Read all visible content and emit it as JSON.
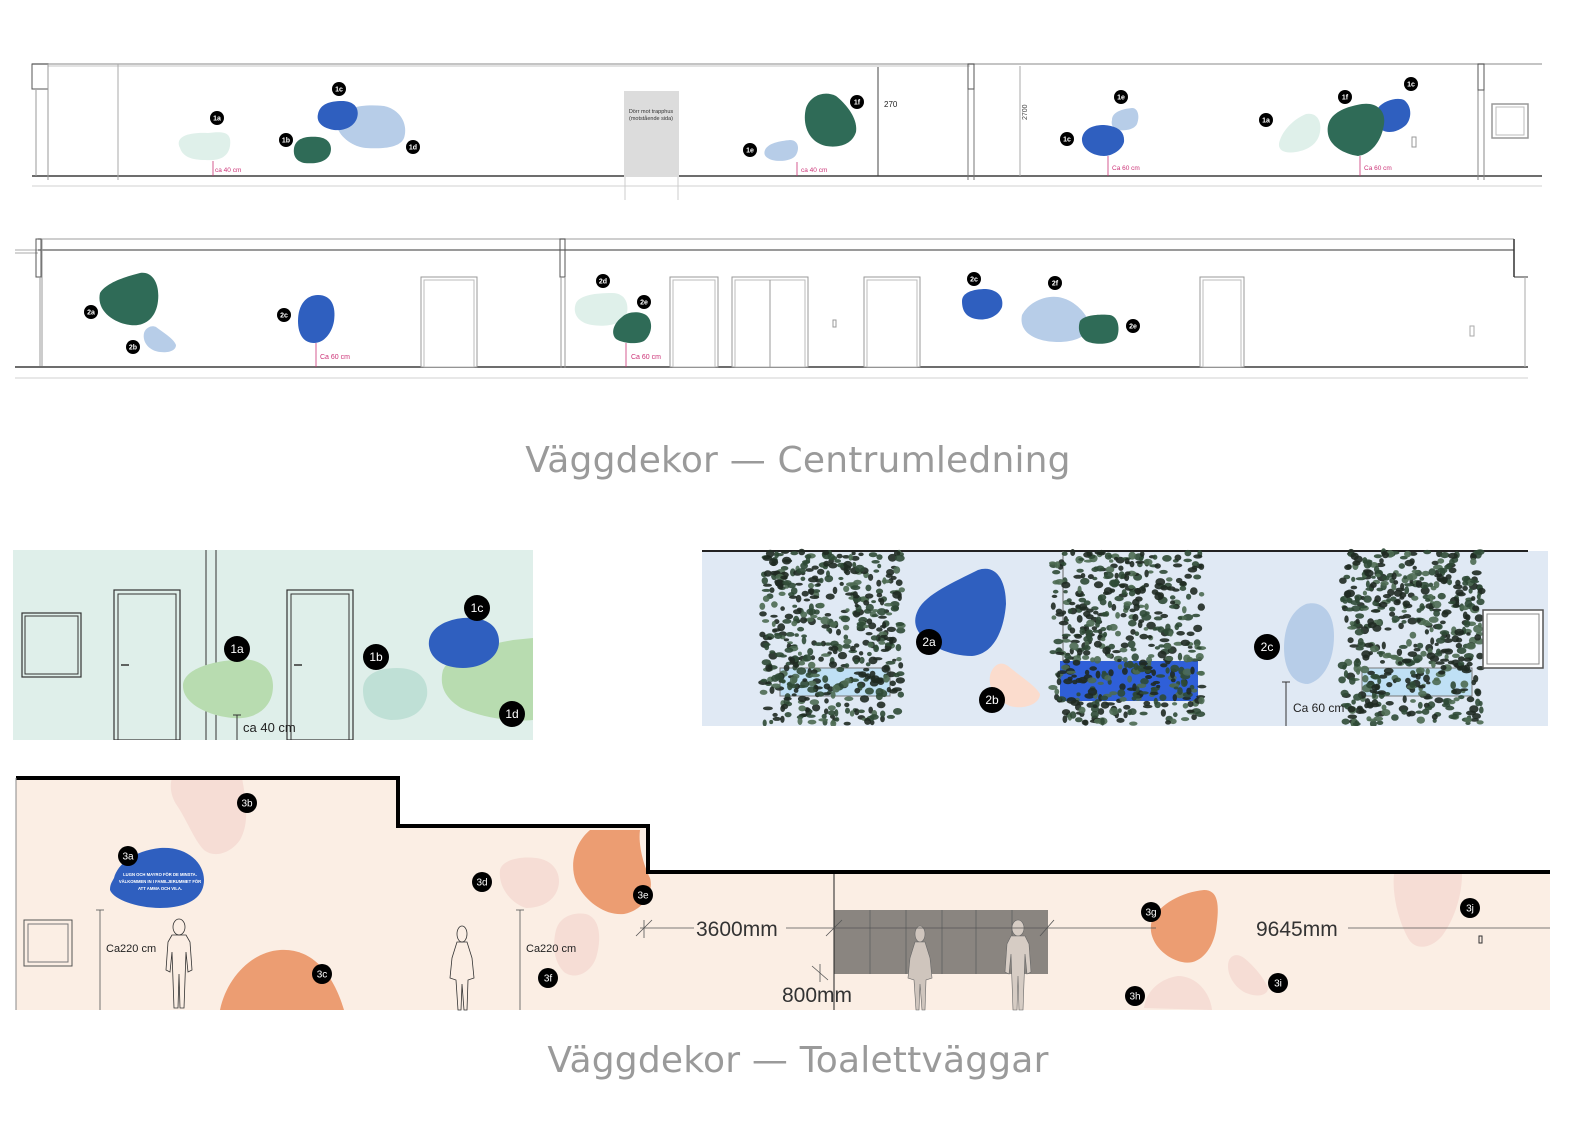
{
  "colors": {
    "dark_green": "#2f6b57",
    "blue": "#2f5fbf",
    "light_blue": "#b7cde8",
    "mint": "#dff0ea",
    "sage": "#b8dcb0",
    "teal_mint": "#bfe0d6",
    "pink_light": "#f6ddd5",
    "peach": "#fbdccd",
    "orange": "#ec9d72",
    "cream_bg": "#fbeee4",
    "mint_bg": "#dfefea",
    "blue_bg": "#e0e9f4",
    "dim_magenta": "#cc3377",
    "caption_gray": "#9a9a9a"
  },
  "elevation_top": {
    "door_label_line1": "Dörr mot trapphus",
    "door_label_line2": "(motstående sida)",
    "height_270": "270",
    "height_2700": "2700",
    "dim_ca40_a": "ca 40 cm",
    "dim_ca40_b": "ca 40 cm",
    "dim_ca60_a": "Ca 60 cm",
    "dim_ca60_b": "Ca 60 cm",
    "markers": {
      "m1a": "1a",
      "m1b": "1b",
      "m1c": "1c",
      "m1d": "1d",
      "m1e": "1e",
      "m1f": "1f",
      "r1e": "1e",
      "r1c": "1c",
      "r1a": "1a",
      "r1f": "1f",
      "r1c2": "1c"
    }
  },
  "elevation_second": {
    "dim_ca60_a": "Ca 60 cm",
    "dim_ca60_b": "Ca 60 cm",
    "markers": {
      "m2a": "2a",
      "m2b": "2b",
      "m2c": "2c",
      "m2d": "2d",
      "m2e": "2e",
      "m2c2": "2c",
      "m2f": "2f",
      "m2e2": "2e"
    }
  },
  "caption_centrum": "Väggdekor — Centrumledning",
  "render_mint": {
    "dim": "ca 40 cm",
    "markers": {
      "m1a": "1a",
      "m1b": "1b",
      "m1c": "1c",
      "m1d": "1d"
    }
  },
  "render_blue": {
    "dim": "Ca 60 cm",
    "markers": {
      "m2a": "2a",
      "m2b": "2b",
      "m2c": "2c"
    }
  },
  "render_cream": {
    "sign_line1": "LUGN OCH MAYRO FÖR DE MINSTA.",
    "sign_line2": "VÄLKOMMEN IN I FAMILJERUMMET FÖR",
    "sign_line3": "ATT AMMA OCH VILA.",
    "dim_ca220_a": "Ca220 cm",
    "dim_ca220_b": "Ca220 cm",
    "dim_3600": "3600mm",
    "dim_800": "800mm",
    "dim_9645": "9645mm",
    "markers": {
      "m3a": "3a",
      "m3b": "3b",
      "m3c": "3c",
      "m3d": "3d",
      "m3e": "3e",
      "m3f": "3f",
      "m3g": "3g",
      "m3h": "3h",
      "m3i": "3i",
      "m3j": "3j"
    }
  },
  "caption_toalett": "Väggdekor — Toalettväggar"
}
